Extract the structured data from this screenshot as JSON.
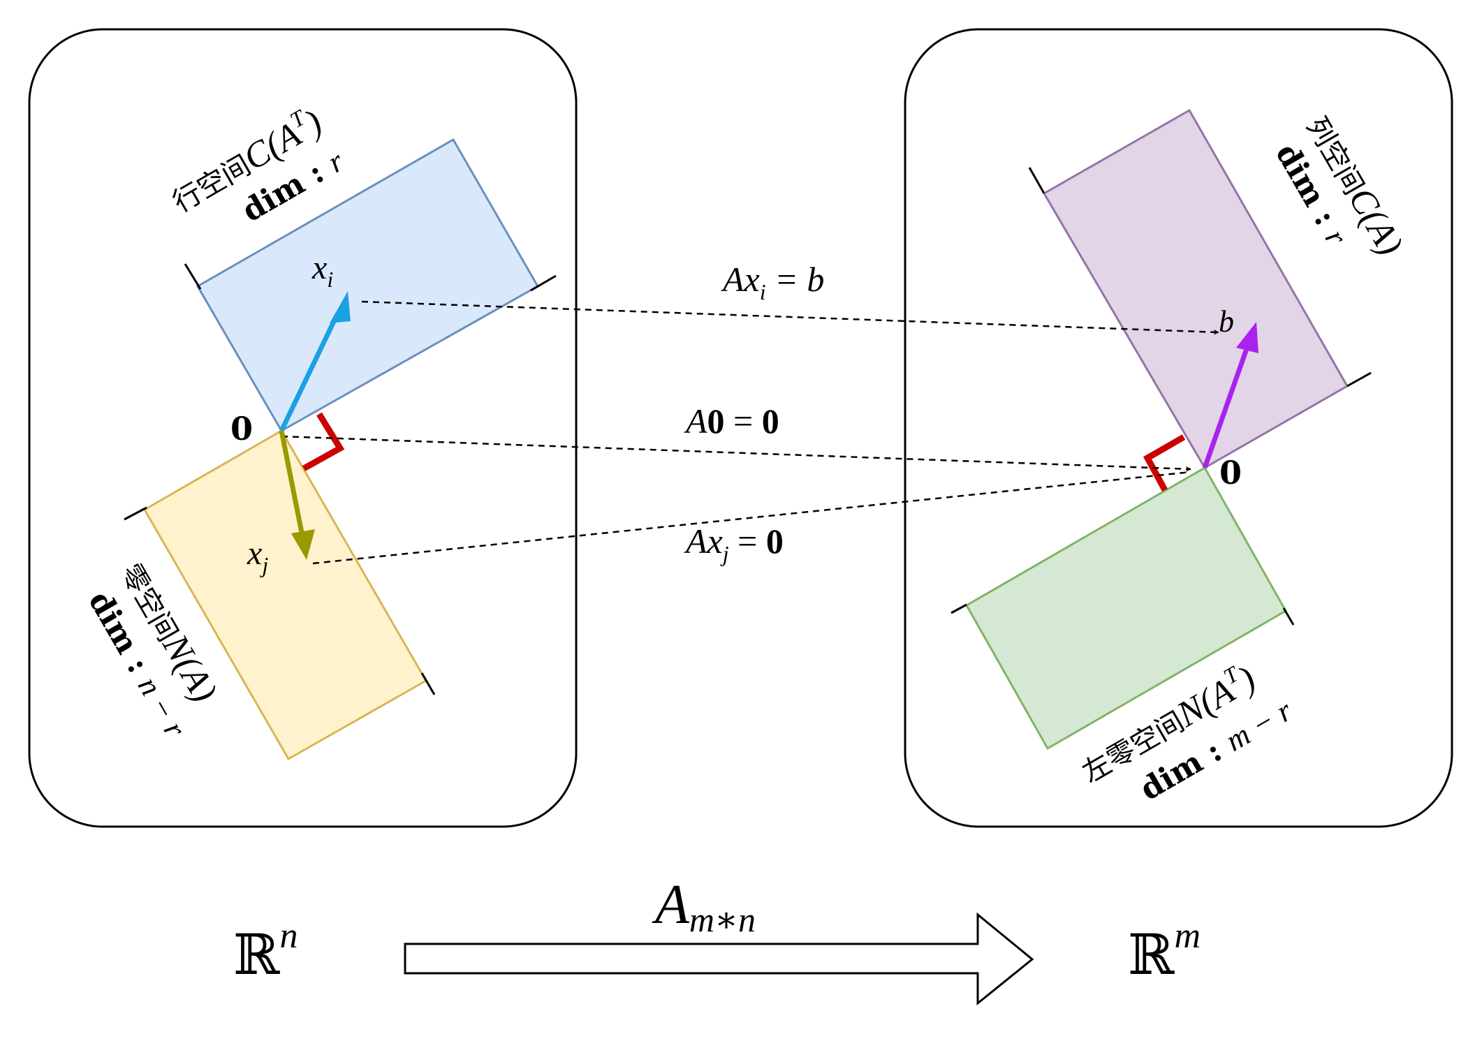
{
  "domain_spaces": {
    "row_space": {
      "title_cn": "行空间",
      "title_math": "C(A",
      "title_sup": "T",
      "title_close": ")",
      "dim_label": "dim",
      "dim_value": "r",
      "fill": "#dae8fc",
      "stroke": "#6c8ebf"
    },
    "null_space": {
      "title_cn": "零空间",
      "title_math": "N(A)",
      "dim_label": "dim",
      "dim_value": "n − r",
      "fill": "#fff2cc",
      "stroke": "#d6b656"
    }
  },
  "codomain_spaces": {
    "column_space": {
      "title_cn": "列空间",
      "title_math": "C(A)",
      "dim_label": "dim",
      "dim_value": "r",
      "fill": "#e1d5e7",
      "stroke": "#9673a6"
    },
    "left_null_space": {
      "title_cn": "左零空间",
      "title_math": "N(A",
      "title_sup": "T",
      "title_close": ")",
      "dim_label": "dim",
      "dim_value": "m − r",
      "fill": "#d5e8d4",
      "stroke": "#82b366"
    }
  },
  "vectors": {
    "xi": {
      "base": "x",
      "sub": "i",
      "color": "#1ba1e2"
    },
    "xj": {
      "base": "x",
      "sub": "j",
      "color": "#999900"
    },
    "b": {
      "base": "b",
      "color": "#aa22ee"
    },
    "zero_left": "0",
    "zero_right": "0"
  },
  "mappings": {
    "axi_b": {
      "lhs": "Ax",
      "sub": "i",
      "rhs": " = b"
    },
    "a0_0": {
      "lhs": "A",
      "bold0": "0",
      "eq": " = ",
      "bold1": "0"
    },
    "axj_0": {
      "lhs": "Ax",
      "sub": "j",
      "eq": " = ",
      "bold": "0"
    }
  },
  "bottom": {
    "domain": {
      "base": "ℝ",
      "sup": "n"
    },
    "codomain": {
      "base": "ℝ",
      "sup": "m"
    },
    "map_label": {
      "base": "A",
      "sub": "m∗n"
    }
  },
  "colors": {
    "right_angle": "#cc0000",
    "frame": "#000000",
    "dashed": "#000000"
  }
}
